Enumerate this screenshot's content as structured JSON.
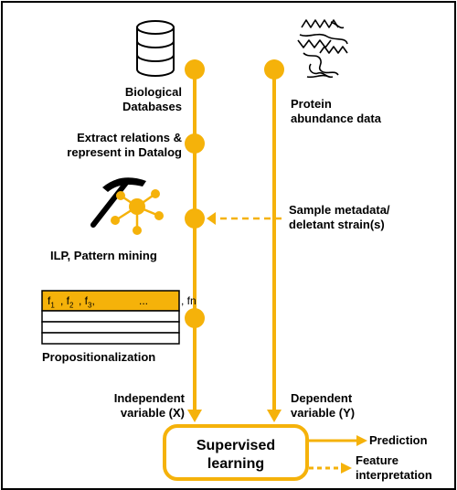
{
  "colors": {
    "accent": "#F5B20A",
    "line": "#000000",
    "background": "#FFFFFF"
  },
  "icons": [
    "database-icon",
    "protein-structure-icon",
    "pickaxe-icon",
    "network-graph-icon",
    "feature-table-icon"
  ],
  "left_column": {
    "biological_databases": [
      "Biological",
      "Databases"
    ],
    "extract_relations": [
      "Extract relations &",
      "represent in Datalog"
    ],
    "ilp_pattern_mining": "ILP, Pattern mining",
    "feature_table": {
      "f1": "f",
      "f1_sub": "1",
      "f2": ", f",
      "f2_sub": "2",
      "f3": ", f",
      "f3_sub": "3",
      "f3_trail": ",",
      "ellipsis": "...",
      "fn": ", fn"
    },
    "propositionalization": "Propositionalization",
    "independent_variable": [
      "Independent",
      "variable (X)"
    ]
  },
  "right_column": {
    "protein_abundance": [
      "Protein",
      "abundance data"
    ],
    "sample_metadata": [
      "Sample metadata/",
      "deletant strain(s)"
    ],
    "dependent_variable": [
      "Dependent",
      "variable (Y)"
    ]
  },
  "supervised_box": [
    "Supervised",
    "learning"
  ],
  "outputs": {
    "prediction": "Prediction",
    "feature_interpretation": [
      "Feature",
      "interpretation"
    ]
  }
}
